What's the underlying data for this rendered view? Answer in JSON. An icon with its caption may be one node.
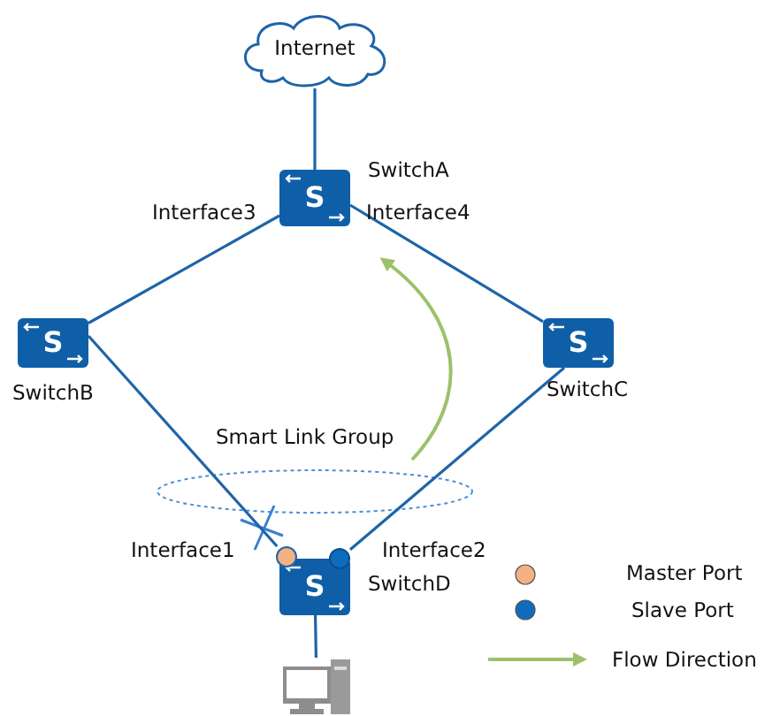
{
  "diagram": {
    "nodes": [
      {
        "text": [
          "Internet"
        ]
      },
      {
        "text": [
          "S"
        ],
        "beside": [
          "SwitchA"
        ]
      },
      {
        "text": [
          "S"
        ],
        "beside": [
          "SwitchB"
        ]
      },
      {
        "text": [
          "S"
        ],
        "beside": [
          "SwitchC"
        ]
      },
      {
        "text": [
          "S"
        ],
        "beside": [
          "SwitchD"
        ]
      },
      {
        "text": [],
        "shape": "computer"
      },
      {
        "text": [],
        "shape": "circle"
      },
      {
        "text": [],
        "shape": "circle"
      }
    ],
    "edges": [
      {
        "from": 0,
        "to": 1,
        "arrow": "none"
      },
      {
        "from": 1,
        "to": 2,
        "arrow": "none"
      },
      {
        "from": 1,
        "to": 3,
        "arrow": "none"
      },
      {
        "from": 2,
        "to": 6,
        "arrow": "none"
      },
      {
        "from": 3,
        "to": 7,
        "arrow": "none"
      },
      {
        "from": 4,
        "to": 5,
        "arrow": "none"
      }
    ],
    "labels": [
      "Interface3",
      "Interface4",
      "Smart Link Group",
      "Interface1",
      "Interface2"
    ],
    "legend": [
      {
        "text": "Master Port",
        "color": "#f4b183"
      },
      {
        "text": "Slave Port",
        "color": "#0f6cbd"
      },
      {
        "text": "Flow Direction"
      }
    ]
  }
}
